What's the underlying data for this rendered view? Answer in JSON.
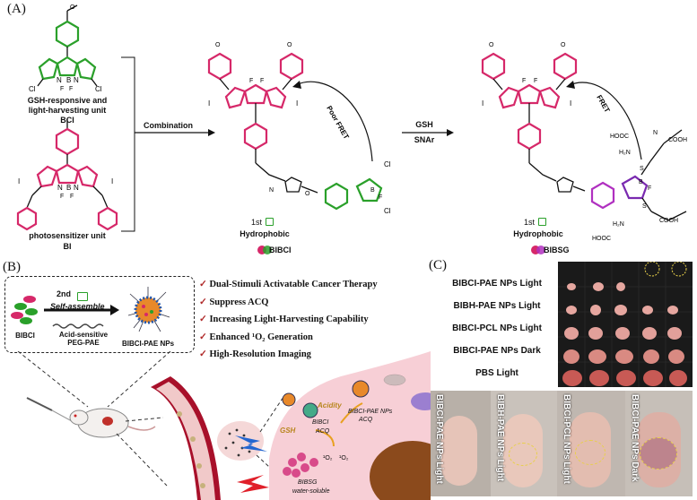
{
  "panels": {
    "a": "(A)",
    "b": "(B)",
    "c": "(C)"
  },
  "panel_a": {
    "bci_desc_1": "GSH-responsive and",
    "bci_desc_2": "light-harvesting unit",
    "bci_name": "BCI",
    "bi_desc": "photosensitizer unit",
    "bi_name": "BI",
    "combination": "Combination",
    "poor_fret": "Poor FRET",
    "fret": "FRET",
    "gsh": "GSH",
    "snar": "SNAr",
    "hydrophobic_1": "Hydrophobic",
    "hydrophobic_2": "Hydrophobic",
    "lock_1": "1st",
    "lock_2": "1st",
    "bibci": "BIBCI",
    "bibsg": "BIBSG"
  },
  "panel_b": {
    "lock": "2nd",
    "self_assemble": "Self-assemble",
    "acid_1": "Acid-sensitive",
    "acid_2": "PEG-PAE",
    "bibci": "BIBCI",
    "nps": "BIBCI-PAE NPs",
    "bullets": [
      "Dual-Stimuli Activatable Cancer Therapy",
      "Suppress ACQ",
      "Increasing Light-Harvesting Capability",
      "Enhanced ¹O₂ Generation",
      "High-Resolution Imaging"
    ],
    "cell_labels": {
      "acidity": "Acidity",
      "nps_acq_1": "BIBCI-PAE NPs",
      "nps_acq_2": "ACQ",
      "bibci": "BIBCI",
      "acq": "ACQ",
      "gsh": "GSH",
      "o2_a": "¹O₂",
      "o2_b": "¹O₂",
      "bibsg": "BIBSG",
      "water": "water-soluble"
    }
  },
  "panel_c": {
    "rows": [
      "BIBCI-PAE NPs Light",
      "BIBH-PAE NPs Light",
      "BIBCI-PCL NPs Light",
      "BIBCI-PAE NPs Dark",
      "PBS Light"
    ],
    "mice": [
      "BIBCI-PAE NPs Light",
      "BIBH-PAE NPs Light",
      "BIBCI-PCL NPs Light",
      "BIBCI-PAE NPs Dark"
    ]
  },
  "colors": {
    "green": "#2aa02a",
    "pink": "#d62869",
    "magenta": "#b030c0",
    "purple": "#7a2ab0",
    "tumor": "#c85a55"
  }
}
